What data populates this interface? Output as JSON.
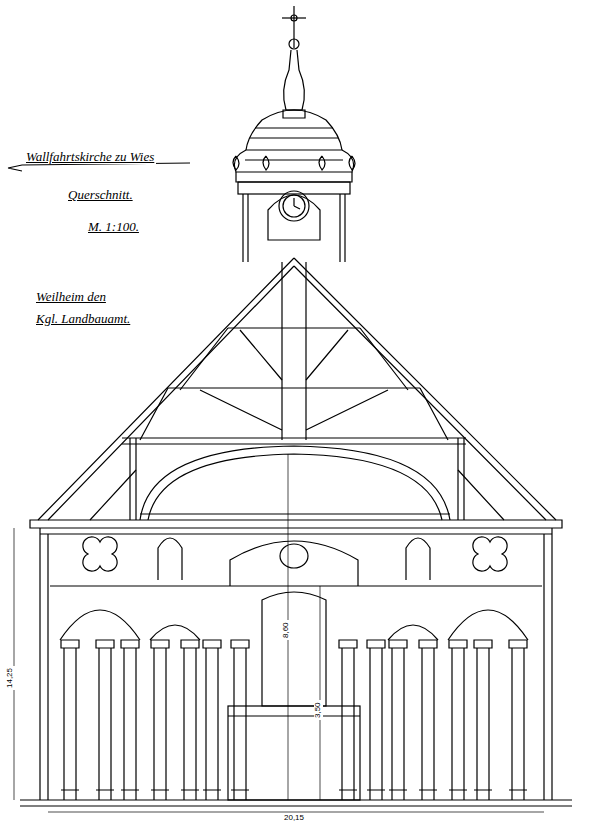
{
  "diagram": {
    "title": "Wallfahrtskirche zu Wies",
    "labels": [
      "Querschnitt.",
      "M. 1:100.",
      "Weilheim den",
      "Kgl. Landbauamt.",
      "14,25",
      "20,15",
      "8,60",
      "3,50"
    ]
  }
}
